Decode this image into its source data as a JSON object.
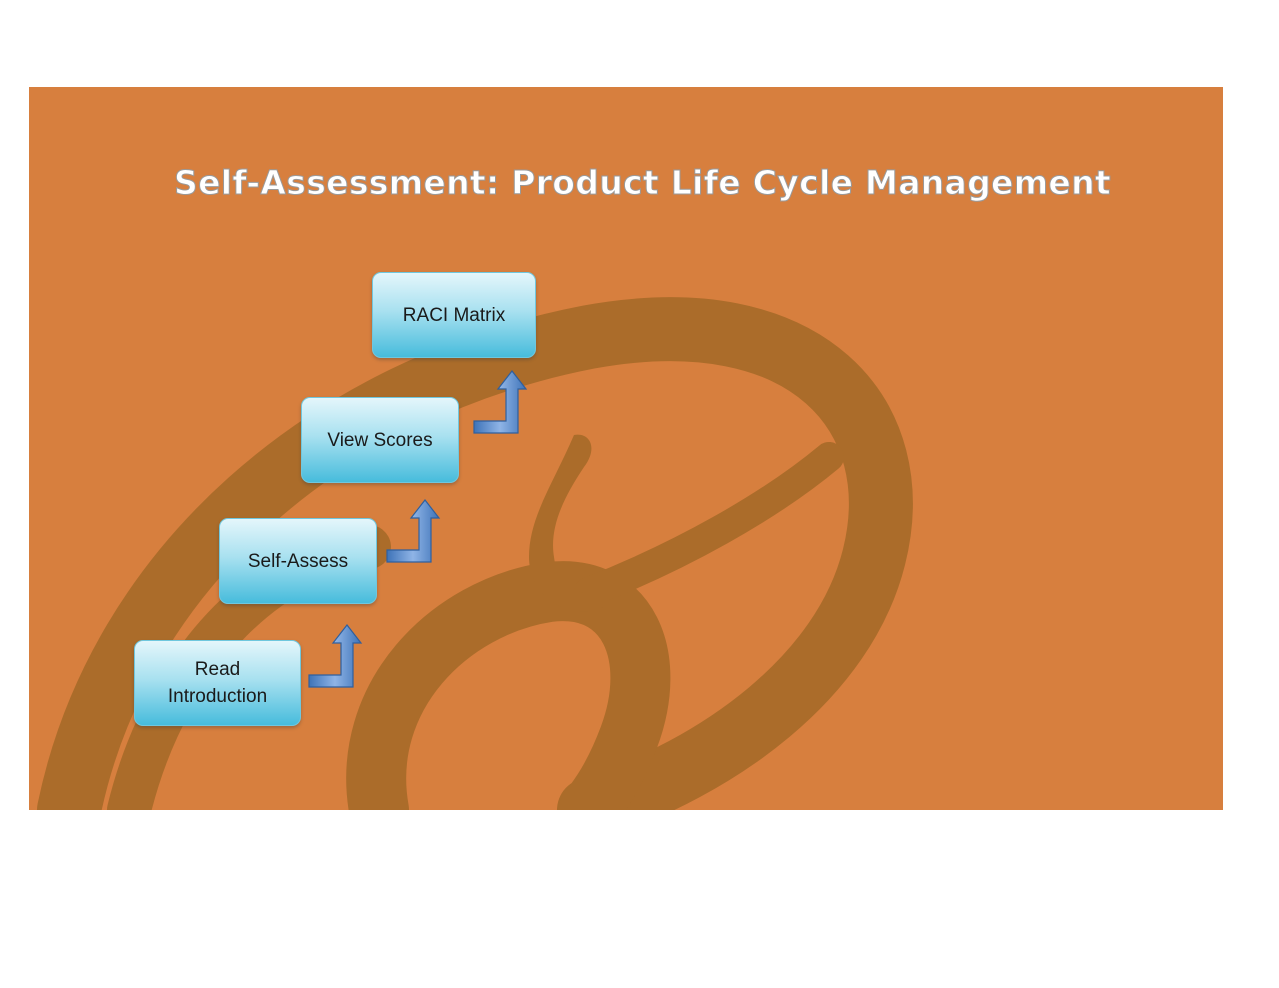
{
  "title": "Self-Assessment: Product Life Cycle Management",
  "steps": [
    {
      "label": "Read\nIntroduction"
    },
    {
      "label": "Self-Assess"
    },
    {
      "label": "View Scores"
    },
    {
      "label": "RACI Matrix"
    }
  ],
  "colors": {
    "slide_background": "#d77f3e",
    "watermark": "#ab6c2a",
    "step_top": "#e4f6fb",
    "step_bottom": "#47bcdc",
    "arrow": "#5a8fd0",
    "title_text": "#ffffff"
  },
  "icons": {
    "watermark": "decorative-script-letter",
    "connector": "bent-up-arrow"
  }
}
